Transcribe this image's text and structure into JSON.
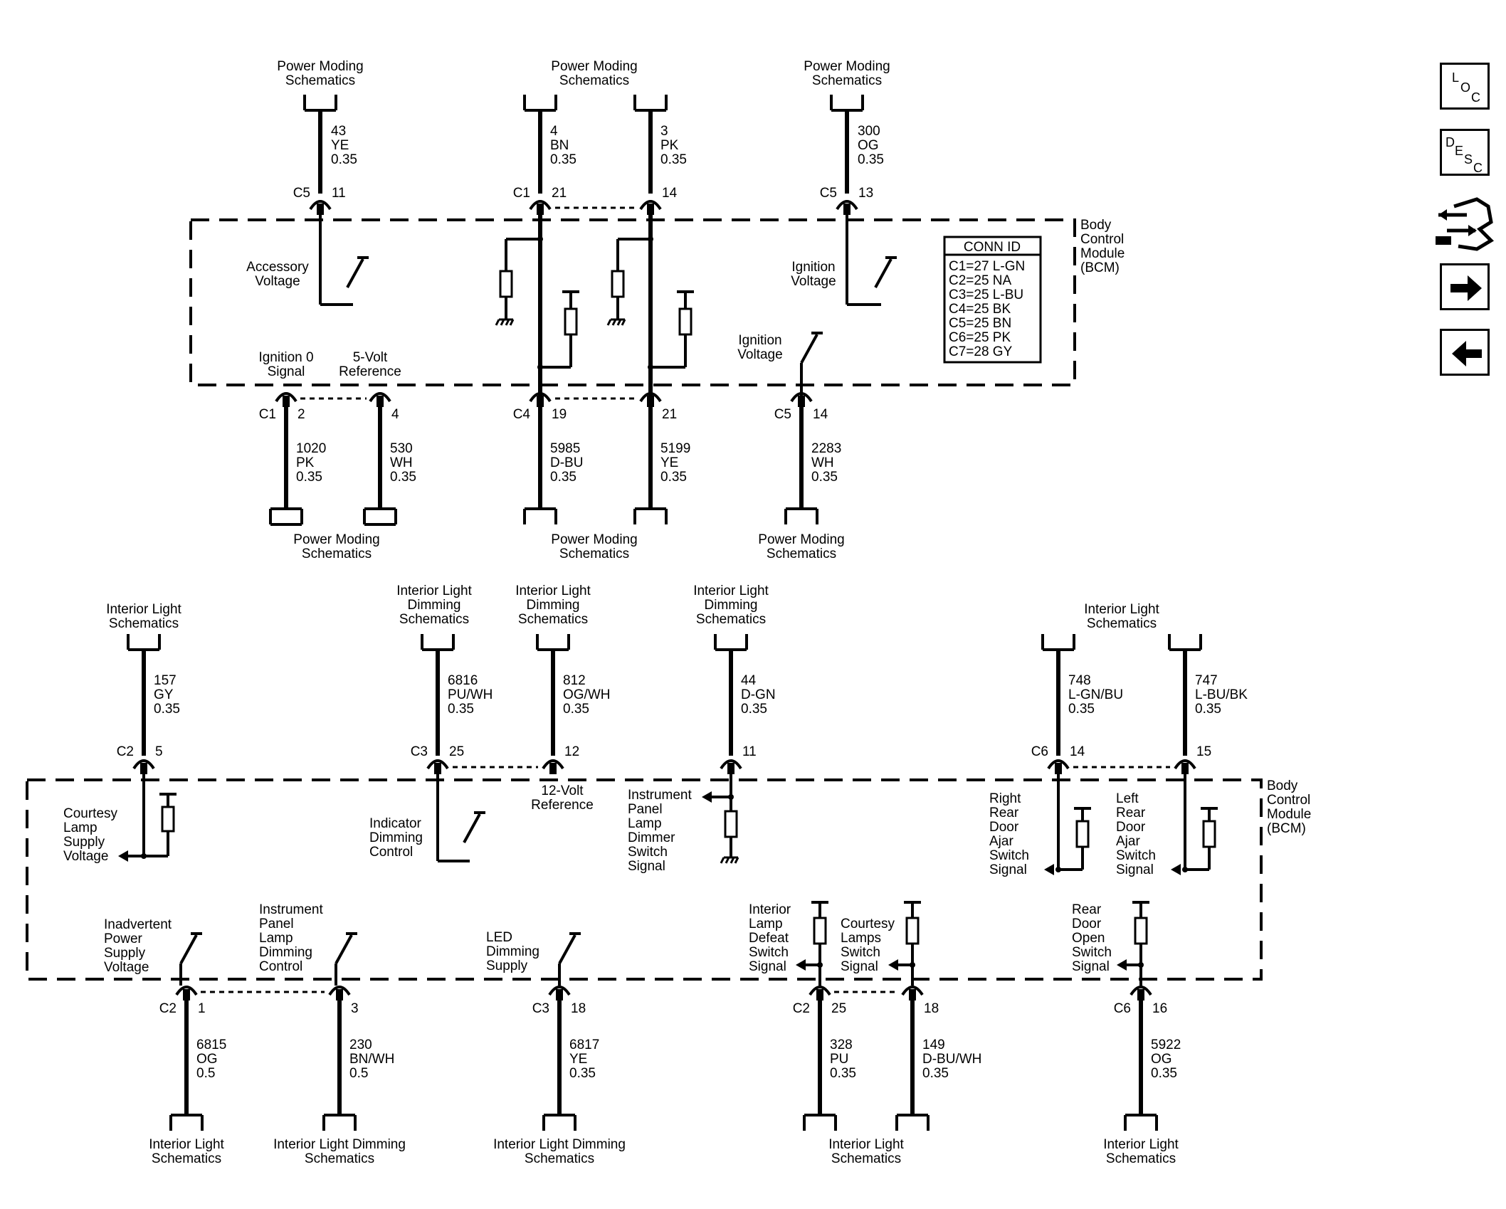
{
  "nav": {
    "loc": [
      "L",
      "O",
      "C"
    ],
    "desc": [
      "D",
      "E",
      "S",
      "C"
    ]
  },
  "top_dests": [
    "Power Moding Schematics",
    "Power Moding Schematics",
    "Power Moding Schematics"
  ],
  "top_wires": [
    {
      "circuit": "43",
      "color": "YE",
      "gauge": "0.35",
      "conn": "C5",
      "pin": "11"
    },
    {
      "circuit": "4",
      "color": "BN",
      "gauge": "0.35",
      "conn": "C1",
      "pin": "21"
    },
    {
      "circuit": "3",
      "color": "PK",
      "gauge": "0.35",
      "conn": "",
      "pin": "14"
    },
    {
      "circuit": "300",
      "color": "OG",
      "gauge": "0.35",
      "conn": "C5",
      "pin": "13"
    },
    {
      "circuit": "1020",
      "color": "PK",
      "gauge": "0.35",
      "conn": "C1",
      "pin": "2"
    },
    {
      "circuit": "530",
      "color": "WH",
      "gauge": "0.35",
      "conn": "",
      "pin": "4"
    },
    {
      "circuit": "5985",
      "color": "D-BU",
      "gauge": "0.35",
      "conn": "C4",
      "pin": "19"
    },
    {
      "circuit": "5199",
      "color": "YE",
      "gauge": "0.35",
      "conn": "",
      "pin": "21"
    },
    {
      "circuit": "2283",
      "color": "WH",
      "gauge": "0.35",
      "conn": "C5",
      "pin": "14"
    }
  ],
  "top_bottom_dests": [
    "Power Moding Schematics",
    "Power Moding Schematics",
    "Power Moding Schematics"
  ],
  "top_labels": {
    "accessory": "Accessory Voltage",
    "ignition_top": "Ignition Voltage",
    "ignition0": "Ignition 0 Signal",
    "five_volt": "5-Volt Reference",
    "ignition_mid": "Ignition Voltage"
  },
  "bcm": "Body Control Module (BCM)",
  "conn_id": {
    "title": "CONN ID",
    "rows": [
      "C1=27 L-GN",
      "C2=25 NA",
      "C3=25 L-BU",
      "C4=25 BK",
      "C5=25 BN",
      "C6=25 PK",
      "C7=28 GY"
    ]
  },
  "bottom_top_dests": [
    "Interior Light Schematics",
    "Interior Light Dimming Schematics",
    "Interior Light Dimming Schematics",
    "Interior Light Dimming Schematics",
    "Interior Light Schematics"
  ],
  "bottom_wires": [
    {
      "circuit": "157",
      "color": "GY",
      "gauge": "0.35",
      "conn": "C2",
      "pin": "5"
    },
    {
      "circuit": "6816",
      "color": "PU/WH",
      "gauge": "0.35",
      "conn": "C3",
      "pin": "25"
    },
    {
      "circuit": "812",
      "color": "OG/WH",
      "gauge": "0.35",
      "conn": "",
      "pin": "12"
    },
    {
      "circuit": "44",
      "color": "D-GN",
      "gauge": "0.35",
      "conn": "",
      "pin": "11"
    },
    {
      "circuit": "748",
      "color": "L-GN/BU",
      "gauge": "0.35",
      "conn": "C6",
      "pin": "14"
    },
    {
      "circuit": "747",
      "color": "L-BU/BK",
      "gauge": "0.35",
      "conn": "",
      "pin": "15"
    },
    {
      "circuit": "6815",
      "color": "OG",
      "gauge": "0.5",
      "conn": "C2",
      "pin": "1"
    },
    {
      "circuit": "230",
      "color": "BN/WH",
      "gauge": "0.5",
      "conn": "",
      "pin": "3"
    },
    {
      "circuit": "6817",
      "color": "YE",
      "gauge": "0.35",
      "conn": "C3",
      "pin": "18"
    },
    {
      "circuit": "328",
      "color": "PU",
      "gauge": "0.35",
      "conn": "C2",
      "pin": "25"
    },
    {
      "circuit": "149",
      "color": "D-BU/WH",
      "gauge": "0.35",
      "conn": "",
      "pin": "18"
    },
    {
      "circuit": "5922",
      "color": "OG",
      "gauge": "0.35",
      "conn": "C6",
      "pin": "16"
    }
  ],
  "bottom_labels": {
    "courtesy": "Courtesy Lamp Supply Voltage",
    "indicator": "Indicator Dimming Control",
    "twelve_volt": "12-Volt Reference",
    "ip_dimmer": "Instrument Panel Lamp Dimmer Switch Signal",
    "right_rear": "Right Rear Door Ajar Switch Signal",
    "left_rear": "Left Rear Door Ajar Switch Signal",
    "inadvertent": "Inadvertent Power Supply Voltage",
    "ip_dimming": "Instrument Panel Lamp Dimming Control",
    "led": "LED Dimming Supply",
    "lamp_defeat": "Interior Lamp Defeat Switch Signal",
    "courtesy_switch": "Courtesy Lamps Switch Signal",
    "rear_door": "Rear Door Open Switch Signal"
  },
  "bottom_bottom_dests": [
    "Interior Light Schematics",
    "Interior Light Dimming Schematics",
    "Interior Light Dimming Schematics",
    "Interior Light Schematics",
    "Interior Light Schematics"
  ]
}
